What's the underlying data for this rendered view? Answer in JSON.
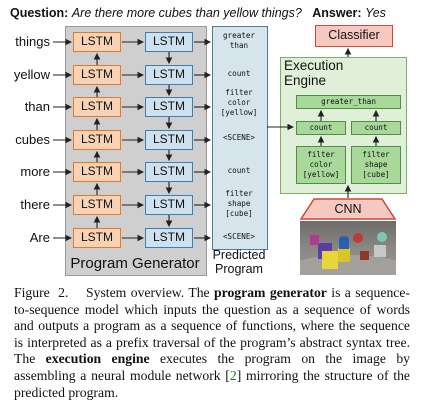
{
  "question": {
    "prefix": "Question",
    "text": "Are there more cubes than yellow things?",
    "answer_prefix": "Answer",
    "answer": "Yes"
  },
  "program_generator": {
    "label": "Program Generator",
    "words": [
      "things",
      "yellow",
      "than",
      "cubes",
      "more",
      "there",
      "Are"
    ],
    "cell_label": "LSTM"
  },
  "predicted_program": {
    "label_line1": "Predicted",
    "label_line2": "Program",
    "functions": [
      "greater\nthan",
      "count",
      "filter\ncolor\n[yellow]",
      "<SCENE>",
      "count",
      "filter\nshape\n[cube]",
      "<SCENE>"
    ]
  },
  "execution_engine": {
    "classifier": "Classifier",
    "label_line1": "Execution",
    "label_line2": "Engine",
    "modules": {
      "top": "greater_than",
      "count_left": "count",
      "count_right": "count",
      "filter_left": "filter\ncolor\n[yellow]",
      "filter_right": "filter\nshape\n[cube]"
    },
    "cnn": "CNN"
  },
  "caption": {
    "label": "Figure 2.",
    "t1": "System overview. The ",
    "b1": "program generator",
    "t2": " is a sequence-to-sequence model which inputs the question as a sequence of words and outputs a program as a sequence of functions, where the sequence is interpreted as a prefix traversal of the program’s abstract syntax tree. The ",
    "b2": "execution engine",
    "t3": " executes the program on the image by assembling a neural module network [",
    "cite": "2",
    "t4": "] mirroring the structure of the predicted program."
  },
  "colors": {
    "lstm_orange": "#e07a2f",
    "lstm_blue": "#3f7fb0",
    "module_green": "#4f8f43",
    "classifier_red": "#c84a3a",
    "cite_green": "#1a7a1a"
  }
}
